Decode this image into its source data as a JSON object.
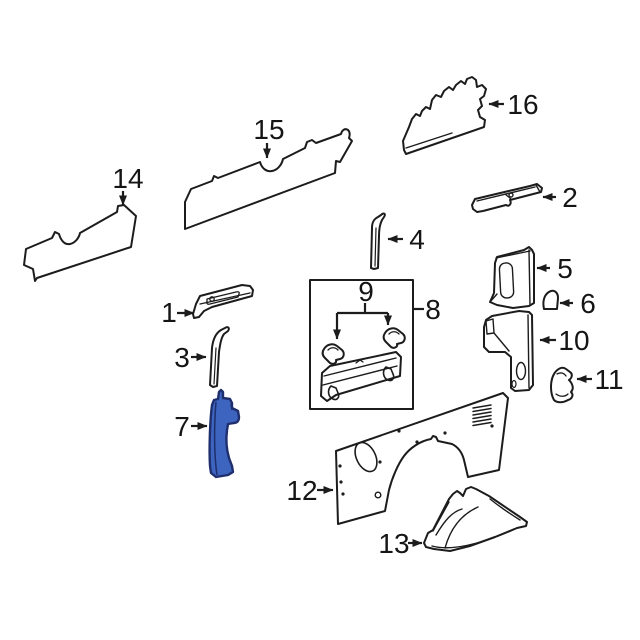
{
  "diagram": {
    "kind": "exploded-parts-diagram",
    "description": "Vehicle body side interior trim panels parts diagram",
    "background_color": "#ffffff",
    "line_color": "#1c1c1c",
    "highlight": {
      "part_label": "7",
      "fill": "#3d64be",
      "stroke": "#1f2f6d"
    }
  },
  "callouts": [
    {
      "label": "1"
    },
    {
      "label": "2"
    },
    {
      "label": "3"
    },
    {
      "label": "4"
    },
    {
      "label": "5"
    },
    {
      "label": "6"
    },
    {
      "label": "7"
    },
    {
      "label": "8"
    },
    {
      "label": "9"
    },
    {
      "label": "10"
    },
    {
      "label": "11"
    },
    {
      "label": "12"
    },
    {
      "label": "13"
    },
    {
      "label": "14"
    },
    {
      "label": "15"
    },
    {
      "label": "16"
    }
  ]
}
